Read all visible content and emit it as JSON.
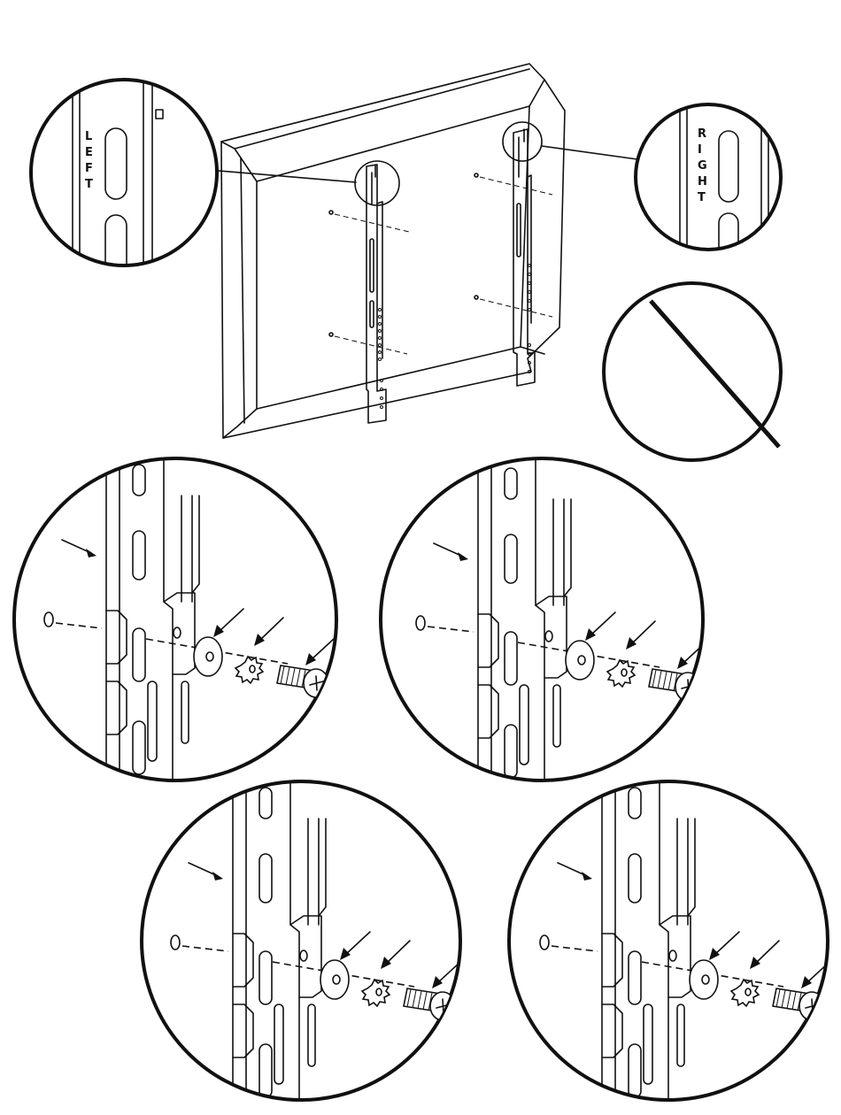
{
  "callouts": {
    "left_label": [
      "L",
      "E",
      "F",
      "T"
    ],
    "right_label": [
      "R",
      "I",
      "G",
      "H",
      "T"
    ]
  },
  "detail_views": [
    {
      "id": "detail-1"
    },
    {
      "id": "detail-2"
    },
    {
      "id": "detail-3"
    },
    {
      "id": "detail-4"
    }
  ],
  "colors": {
    "line": "#111111",
    "background": "#ffffff"
  }
}
